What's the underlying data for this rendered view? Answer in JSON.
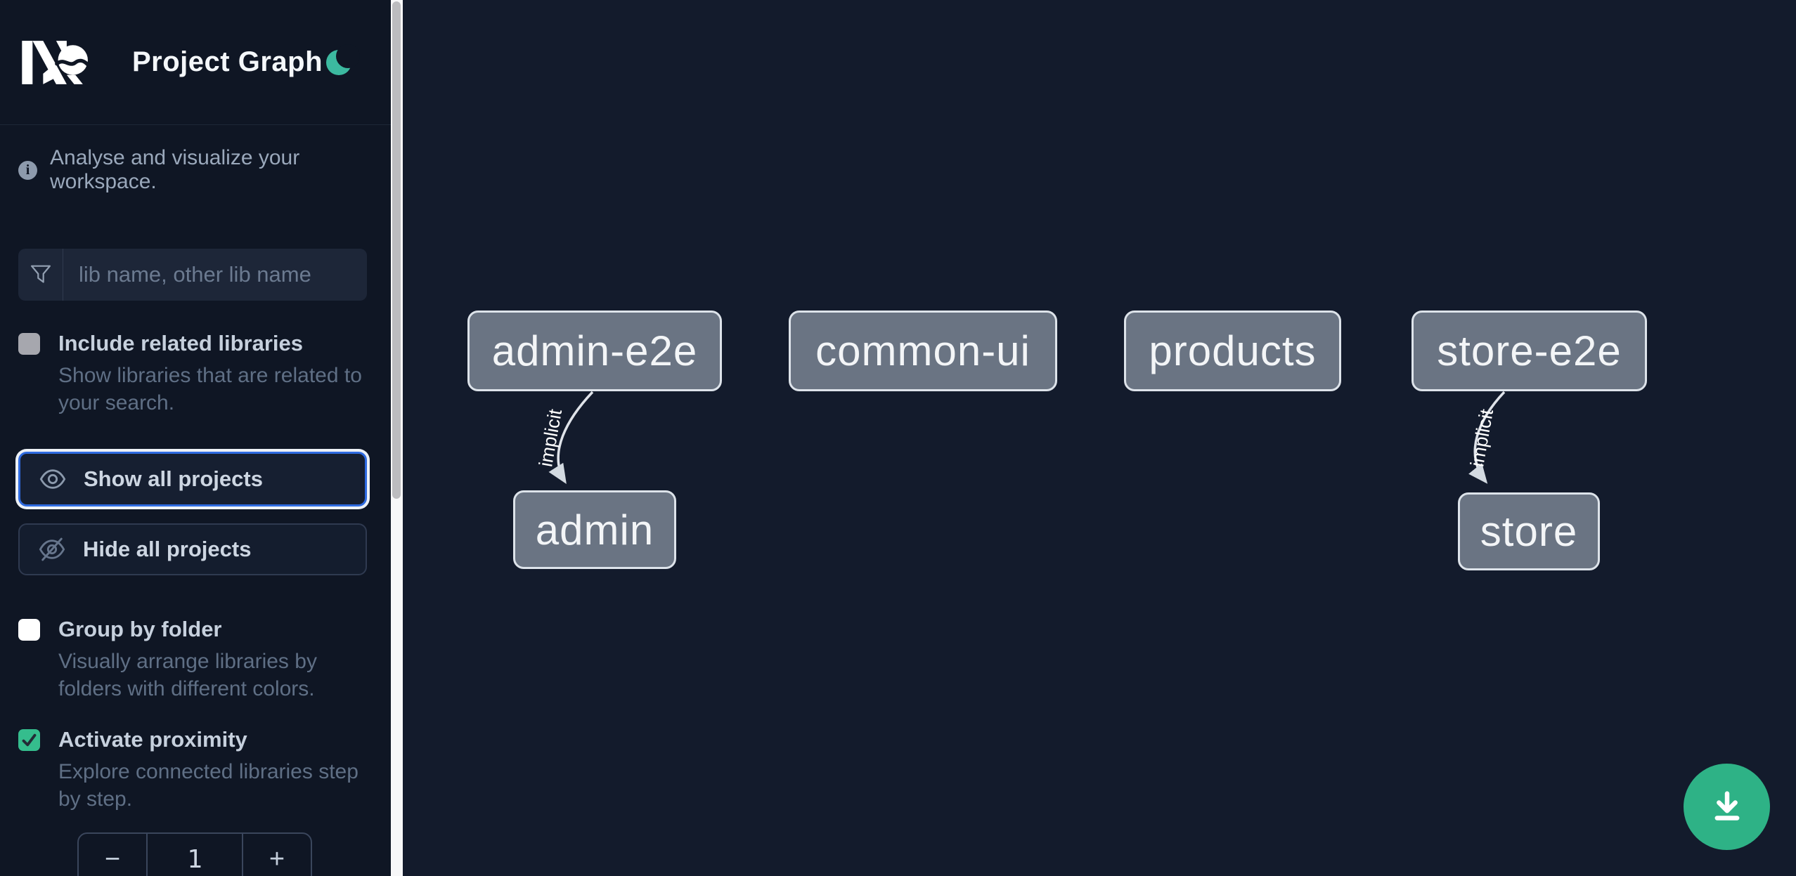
{
  "header": {
    "title": "Project Graph",
    "logo_name": "nx-logo",
    "theme_toggle_icon": "moon-icon"
  },
  "sidebar": {
    "tagline": "Analyse and visualize your workspace.",
    "search": {
      "placeholder": "lib name, other lib name",
      "value": ""
    },
    "include_related": {
      "label": "Include related libraries",
      "description": "Show libraries that are related to your search.",
      "checked": false
    },
    "buttons": {
      "show_all": "Show all projects",
      "hide_all": "Hide all projects"
    },
    "group_by_folder": {
      "label": "Group by folder",
      "description": "Visually arrange libraries by folders with different colors.",
      "checked": false
    },
    "activate_proximity": {
      "label": "Activate proximity",
      "description": "Explore connected libraries step by step.",
      "checked": true
    },
    "proximity_stepper": {
      "decrement": "−",
      "value": "1",
      "increment": "+"
    }
  },
  "graph": {
    "nodes": [
      {
        "label": "admin-e2e"
      },
      {
        "label": "common-ui"
      },
      {
        "label": "products"
      },
      {
        "label": "store-e2e"
      },
      {
        "label": "admin"
      },
      {
        "label": "store"
      }
    ],
    "edges": [
      {
        "from": "admin-e2e",
        "to": "admin",
        "label": "implicit"
      },
      {
        "from": "store-e2e",
        "to": "store",
        "label": "implicit"
      }
    ]
  },
  "fab": {
    "icon": "download-icon"
  },
  "colors": {
    "sidebar_bg": "#0f1624",
    "canvas_bg": "#131b2c",
    "accent_green": "#35bd8d",
    "moon_green": "#3cb9a0",
    "fab_green": "#2eb286",
    "focus_blue": "#2f6be1",
    "node_fill": "#6a7483",
    "node_border": "#dde3ea"
  }
}
